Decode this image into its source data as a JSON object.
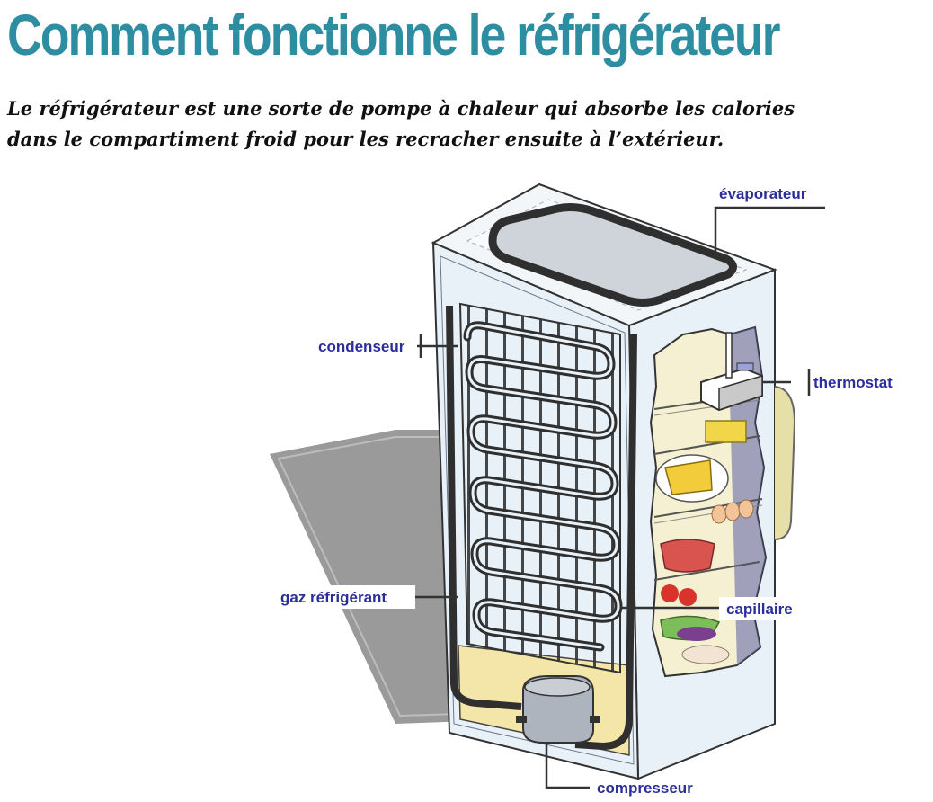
{
  "title": "Comment fonctionne le réfrigérateur",
  "intro": [
    "Le réfrigérateur est une sorte de pompe à chaleur qui absorbe les calories",
    "dans le compartiment froid pour les recracher ensuite à l’extérieur."
  ],
  "labels": {
    "evaporateur": "évaporateur",
    "condenseur": "condenseur",
    "thermostat": "thermostat",
    "gaz": "gaz réfrigérant",
    "capillaire": "capillaire",
    "compresseur": "compresseur"
  },
  "colors": {
    "title": "#2c8ea0",
    "label": "#2b2d9b",
    "line": "#333333"
  }
}
